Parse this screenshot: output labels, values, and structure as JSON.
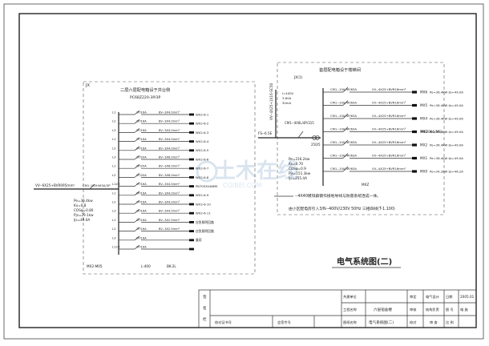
{
  "drawing_title": "电气系统图(二)",
  "watermark": {
    "text": "土木在线",
    "sub": "COIBEI.COM"
  },
  "left_panel": {
    "label": "JX",
    "title": "二层六层配电箱设于井台侧",
    "breaker": "PC68Z220-3P/3P",
    "feeder": "VV--6X25+BVR095mm²",
    "main_switch": "CM1-100H/63A/3P",
    "params": [
      "Pe=36.4kw",
      "Kx=0.8",
      "COSφ=0.80",
      "Pjs=29.1kw",
      "Ijs=49.0A"
    ],
    "rows": [
      {
        "phase": "L1",
        "cb": "2P/16A",
        "cable": "BV--3X4.0mm²",
        "out": "WX2-6-1"
      },
      {
        "phase": "L2",
        "cb": "2P/16A",
        "cable": "BV--3X4.0mm²",
        "out": "WX2-6-2"
      },
      {
        "phase": "L3",
        "cb": "2P/16A",
        "cable": "BV--3X4.0mm²",
        "out": "WX2-6-3"
      },
      {
        "phase": "L1",
        "cb": "2P/16A",
        "cable": "BV--3X4.0mm²",
        "out": "WX2-6-4"
      },
      {
        "phase": "L2",
        "cb": "2P/16A",
        "cable": "BV--3X4.0mm²",
        "out": "WX2-6-5"
      },
      {
        "phase": "L3",
        "cb": "2P/20A",
        "cable": "BV--3X6.0mm²",
        "out": "WX2-6-6"
      },
      {
        "phase": "L1",
        "cb": "2P/20A",
        "cable": "BV--3X6.0mm²",
        "out": "WX2-6-7"
      },
      {
        "phase": "L2",
        "cb": "2P/20A",
        "cable": "BV--3X6.0mm²",
        "out": "WX2-6-8"
      },
      {
        "phase": "L123",
        "cb": "2P/16A",
        "cable": "BV--3X4.0mm²",
        "out": "PB7003048MS"
      },
      {
        "phase": "L1",
        "cb": "2P/16A",
        "cable": "BV--3X4.0mm²",
        "out": "WX2-6-9"
      },
      {
        "phase": "L2",
        "cb": "2P/16A",
        "cable": "BV--3X4.0mm²",
        "out": "WX2-6-10"
      },
      {
        "phase": "L3",
        "cb": "2P/16A",
        "cable": "BV--3X4.0mm²",
        "out": "WX2-6-11"
      },
      {
        "phase": "L1",
        "cb": "2P/16A",
        "cable": "BV--3X2.5mm²",
        "out": "应急照明回路"
      },
      {
        "phase": "L2",
        "cb": "2P/16A",
        "cable": "BV--3X2.5mm²",
        "out": "应急照明回路"
      },
      {
        "phase": "L3",
        "cb": "2P/16A",
        "cable": "",
        "out": "备用"
      },
      {
        "phase": "L123",
        "cb": "2P/16A",
        "cable": "",
        "out": ""
      }
    ],
    "bottom_label": "MX2-M05",
    "dims": [
      "L-400",
      "BK-2L"
    ]
  },
  "right_panel": {
    "title": "首层配电箱设于楼梯间",
    "label": "JX(1)",
    "supply_params": [
      "I=400V",
      "3-60A",
      "30mA"
    ],
    "supply_cable": "VV--4X25+1X16-SC50",
    "feeder_label": "FS--6.5E",
    "main_switch": "CM1--400L/4P/315",
    "meter": "250/5",
    "params": [
      "Pe=216.2kw",
      "Kx=0.70",
      "COSφ=0.9",
      "Pjs=151.3kw",
      "Ijs=255.4A"
    ],
    "rows": [
      {
        "cb": "CM1--100/4P/63A",
        "cable": "VV--4X25+BVR16mm²",
        "out": "MX6",
        "load": "Pe=36.4KW Ijs=49.0A"
      },
      {
        "cb": "CM1--100/4P/63A",
        "cable": "VV--4X25+BVR16mm²",
        "out": "MX5",
        "load": "Pe=36.4KW Ijs=49.0A"
      },
      {
        "cb": "CM1--100/4P/63A",
        "cable": "VV--4X25+BVR16mm²",
        "out": "MX4",
        "load": "Pe=36.4KW Ijs=49.0A"
      },
      {
        "cb": "CM1--100/4P/63A",
        "cable": "VV--4X25+BVR16mm²",
        "out": "MX3",
        "load": "Pe=36.4KW Ijs=49.0A"
      },
      {
        "cb": "CM1--100/4P/63A",
        "cable": "VV--4X25+BVR16mm²",
        "out": "MX2",
        "load": "Pe=36.4KW Ijs=49.0A"
      },
      {
        "cb": "CM1--100/4P/63A",
        "cable": "VV--4X25+BVR16mm²",
        "out": "MX1",
        "load": "Pe=36.4KW Ijs=49.0A"
      },
      {
        "cb": "CM1--100/4P/63A",
        "cable": "VV--4X25+BVR16mm²",
        "out": "MX0",
        "load": "Pe=34.2KW Ijs=46.2A"
      }
    ],
    "mid_label": "MX2001(MS)",
    "box_label": "MXZ",
    "note1": "--4X40镀锌扁钢作接地导线与防雷系统连成一体。",
    "note2": "由小区配电房引入3/N--400V/230V 50Hz 三相四线(T-1.100)"
  },
  "title_block": {
    "left_col": [
      "签",
      "名",
      "栏"
    ],
    "r1": [
      "",
      "",
      "",
      "",
      "",
      "",
      "共建单位",
      "",
      "",
      "审定",
      "",
      "电气设计",
      "",
      "日期",
      "2005.01"
    ],
    "cells": {
      "a1": "共建单位",
      "a2": "工程名称",
      "a3": "图纸名称",
      "b2": "六层宿舍楼",
      "b3": "电气系统图(二)",
      "c1": "审定",
      "c2": "审核",
      "c3": "校对",
      "d1": "电气设计",
      "d2": "结构负责",
      "d3": "设 计",
      "e1": "日期",
      "e2": "图 号",
      "e3": "比 例",
      "e1v": "2005.01",
      "e2v": "电 施",
      "e3v": "",
      "f3a": "校对证书号",
      "f3b": "出图专用章",
      "f3c": "会签专号",
      "d3v": "审 查"
    }
  }
}
